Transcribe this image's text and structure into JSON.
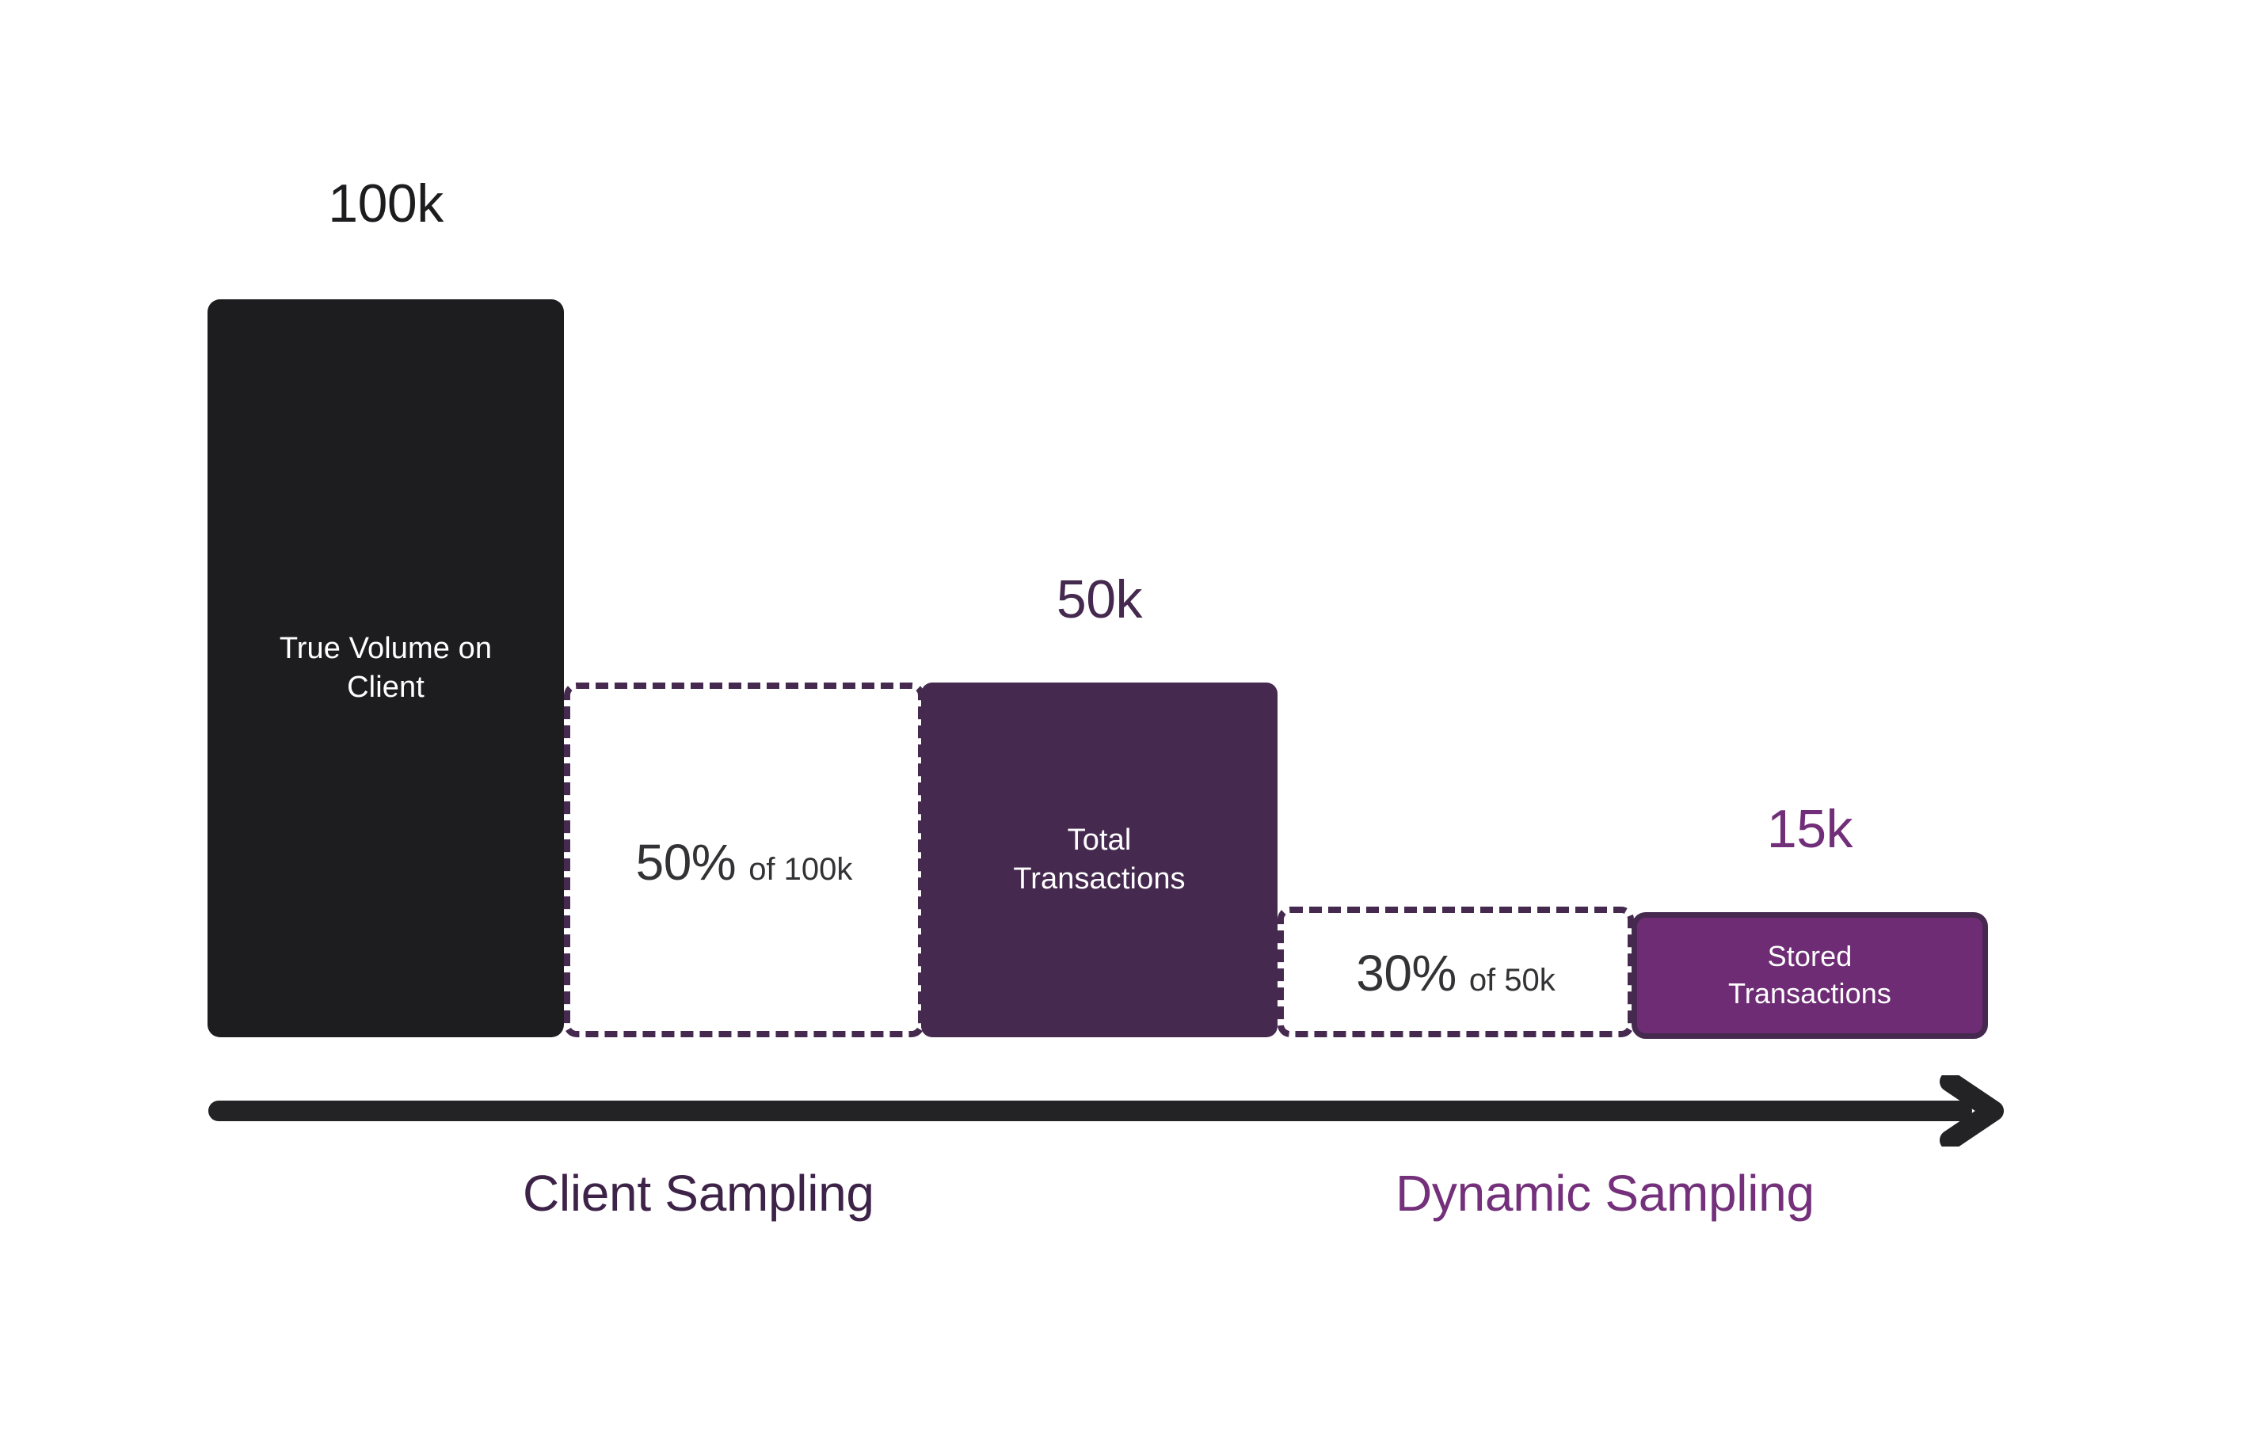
{
  "chart_data": {
    "type": "bar",
    "title": "",
    "subtitle": "",
    "xlabel": "",
    "ylabel": "",
    "categories": [
      "True Volume on Client",
      "Total Transactions",
      "Stored Transactions"
    ],
    "values": [
      100000,
      50000,
      15000
    ],
    "value_labels": [
      "100k",
      "50k",
      "15k"
    ],
    "reductions": [
      {
        "percent": "50%",
        "of_text": "of 100k",
        "from": 100000,
        "to": 50000,
        "rate": 0.5
      },
      {
        "percent": "30%",
        "of_text": "of 50k",
        "from": 50000,
        "to": 15000,
        "rate": 0.3
      }
    ],
    "stages": [
      "Client Sampling",
      "Dynamic Sampling"
    ],
    "grid": false,
    "legend": "none",
    "ylim": [
      0,
      100000
    ]
  },
  "colors": {
    "background": "#FFFFFF",
    "bar_black": "#1D1D1F",
    "bar_purple_dark": "#45294F",
    "bar_purple_bright": "#6E2C74",
    "dashed_stroke": "#45294F",
    "text_dark": "#333336",
    "label_client_sampling": "#3E2348",
    "label_dynamic_sampling": "#74307B",
    "arrow": "#232325"
  },
  "bars": [
    {
      "id": "true-volume",
      "value_label": "100k",
      "label": "True Volume on\nClient"
    },
    {
      "id": "total-transactions",
      "value_label": "50k",
      "label": "Total\nTransactions"
    },
    {
      "id": "stored-transactions",
      "value_label": "15k",
      "label": "Stored\nTransactions"
    }
  ],
  "reductions": [
    {
      "id": "client-sampling-rate",
      "percent": "50%",
      "of_text": "of 100k"
    },
    {
      "id": "dynamic-sampling-rate",
      "percent": "30%",
      "of_text": "of 50k"
    }
  ],
  "stage_labels": [
    {
      "id": "client-sampling",
      "text": "Client Sampling"
    },
    {
      "id": "dynamic-sampling",
      "text": "Dynamic Sampling"
    }
  ],
  "axis": {
    "arrow_icon": "right-arrow-icon"
  }
}
